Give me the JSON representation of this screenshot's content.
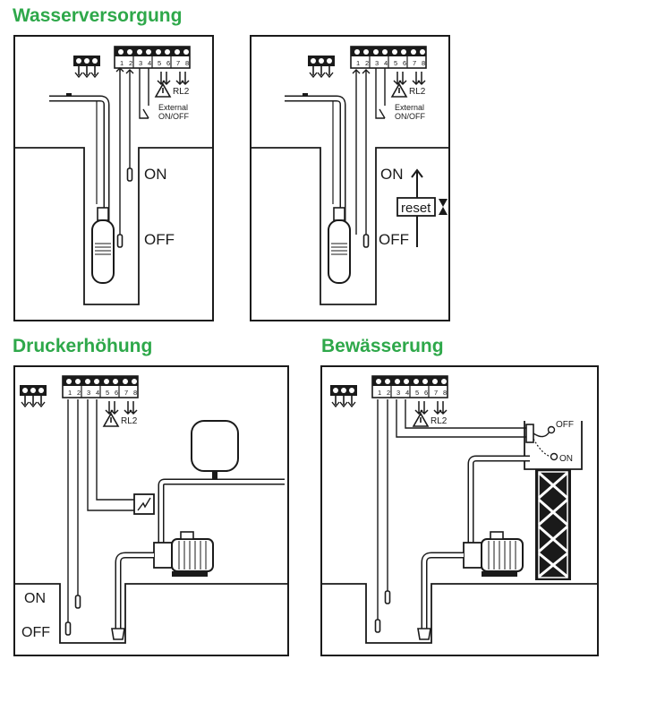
{
  "titles": {
    "water_supply": "Wasserversorgung",
    "pressure_boost": "Druckerhöhung",
    "irrigation": "Bewässerung"
  },
  "terminals": {
    "n1": "1",
    "n2": "2",
    "n3": "3",
    "n4": "4",
    "n5": "5",
    "n6": "6",
    "n7": "7",
    "n8": "8"
  },
  "labels": {
    "rl2": "RL2",
    "external_line1": "External",
    "external_line2": "ON/OFF",
    "on": "ON",
    "off": "OFF",
    "reset": "reset",
    "on_upper": "ON",
    "off_upper": "OFF",
    "on_lower": "ON",
    "off_lower": "OFF"
  },
  "colors": {
    "title": "#2ea84a",
    "line": "#1a1a1a"
  }
}
